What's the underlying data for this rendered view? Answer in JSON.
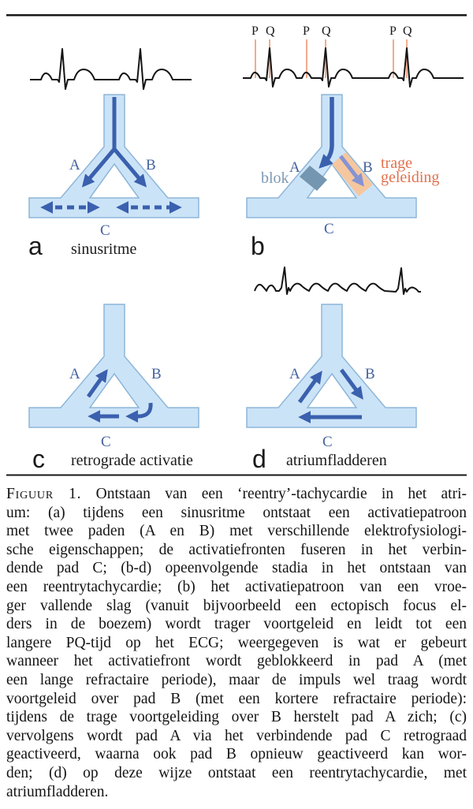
{
  "figure": {
    "panel_a": {
      "letter": "a",
      "caption": "sinusritme",
      "label_a": "A",
      "label_b": "B",
      "label_c": "C"
    },
    "panel_b": {
      "letter": "b",
      "label_a": "A",
      "label_b": "B",
      "label_c": "C",
      "block_label": "blok",
      "slow_conduction_label": "trage\ngeleiding",
      "pq_pairs": [
        {
          "p": "P",
          "q": "Q"
        },
        {
          "p": "P",
          "q": "Q"
        },
        {
          "p": "P",
          "q": "Q"
        }
      ]
    },
    "panel_c": {
      "letter": "c",
      "caption": "retrograde activatie",
      "label_a": "A",
      "label_b": "B",
      "label_c": "C"
    },
    "panel_d": {
      "letter": "d",
      "caption": "atriumfladderen",
      "label_a": "A",
      "label_b": "B",
      "label_c": "C"
    },
    "colors": {
      "structure_fill": "#cbe3f7",
      "structure_stroke": "#8db6d9",
      "arrow_blue": "#3a60ae",
      "path_label_blue": "#44639f",
      "block_gray_blue": "#7496b0",
      "slow_band_orange": "#f6c79f",
      "slow_arrow_periwinkle": "#8693d2",
      "orange_text": "#e2714d",
      "pq_marker_line": "#f2ab8c",
      "ecg_black": "#151515"
    }
  },
  "caption": {
    "figure_label": "Figuur 1.",
    "line1_rest": " Ontstaan van een ‘reentry’-tachycardie in het atri-",
    "lines": [
      "um: (a) tijdens een sinusritme ontstaat een activatiepatroon",
      "met twee paden (A en B) met verschillende elektrofysiologi-",
      "sche eigenschappen; de activatiefronten fuseren in het verbin-",
      "dende pad C; (b-d) opeenvolgende stadia in het ontstaan van",
      "een reentrytachycardie; (b) het activatiepatroon van een vroe-",
      "ger vallende slag (vanuit bijvoorbeeld een ectopisch focus el-",
      "ders in de boezem) wordt trager voortgeleid en leidt tot een",
      "langere PQ-tijd op het ECG; weergegeven is wat er gebeurt",
      "wanneer het activatiefront wordt geblokkeerd in pad A (met",
      "een lange refractaire periode), maar de impuls wel traag wordt",
      "voortgeleid over pad B (met een kortere refractaire periode):",
      "tijdens de trage voortgeleiding over B herstelt pad A zich; (c)",
      "vervolgens wordt pad A via het verbindende pad C retrograad",
      "geactiveerd, waarna ook pad B opnieuw geactiveerd kan wor-",
      "den; (d) op deze wijze ontstaat een reentrytachycardie, met",
      "atriumfladderen."
    ]
  }
}
